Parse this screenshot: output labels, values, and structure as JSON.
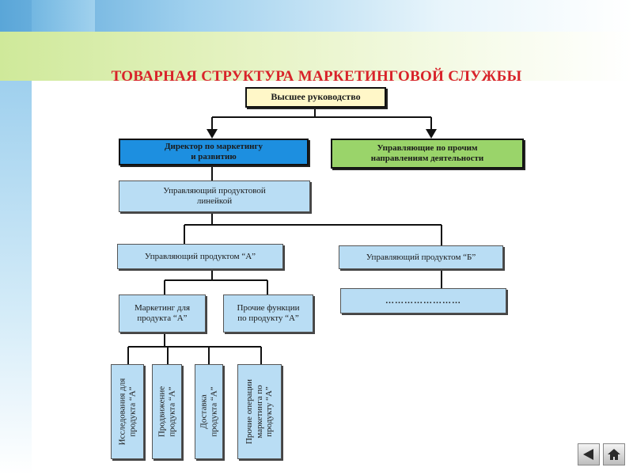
{
  "title": "ТОВАРНАЯ СТРУКТУРА МАРКЕТИНГОВОЙ СЛУЖБЫ",
  "diagram": {
    "top_management": "Высшее руководство",
    "director": "Директор по маркетингу\nи развитию",
    "other_managers": "Управляющие по прочим\nнаправлениям деятельности",
    "product_line_manager": "Управляющий продуктовой\nлинейкой",
    "product_a_manager": "Управляющий продуктом “А”",
    "product_b_manager": "Управляющий продуктом “Б”",
    "ellipsis": "……………………",
    "marketing_a": "Маркетинг для\nпродукта “А”",
    "other_functions_a": "Прочие функции\nпо продукту “А”",
    "research_a": "Исследования для\nпродукта “А”",
    "promotion_a": "Продвижение\nпродукта “А”",
    "delivery_a": "Доставка\nпродукта “А”",
    "other_ops_a": "Прочие операции\nмаркетинга по\nпродукту “А”"
  },
  "colors": {
    "title": "#d8232a",
    "top_box": "#fff7c8",
    "director_box": "#1d8fe0",
    "other_managers_box": "#9ad46a",
    "light_box": "#b9ddf4"
  },
  "nav": {
    "back_icon": "triangle-left-icon",
    "home_icon": "home-icon"
  }
}
